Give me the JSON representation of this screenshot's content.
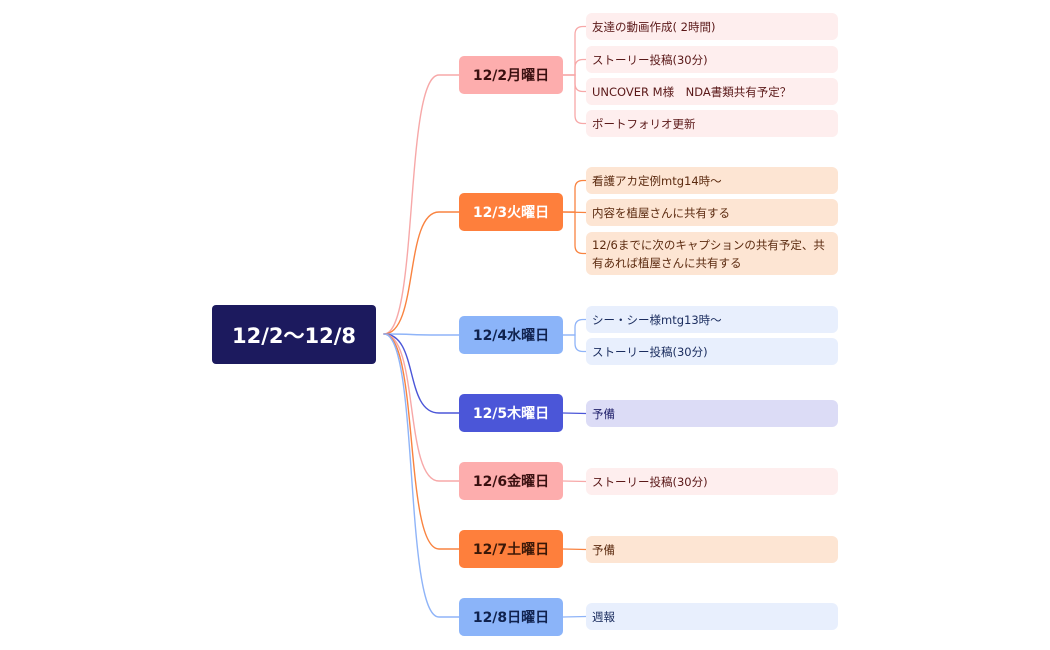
{
  "root": {
    "label": "12/2〜12/8",
    "color": "#1c1a5e"
  },
  "days": [
    {
      "label": "12/2月曜日",
      "theme": "pink",
      "fill": "#fdadad",
      "text": "#3a1010",
      "line": "#f7a8a8",
      "items": [
        "友達の動画作成( 2時間)",
        "ストーリー投稿(30分)",
        "UNCOVER M様　NDA書類共有予定？",
        "ポートフォリオ更新"
      ]
    },
    {
      "label": "12/3火曜日",
      "theme": "orange",
      "fill": "#fe7f3c",
      "text": "#ffffff",
      "line": "#f98340",
      "items": [
        "看護アカ定例mtg14時〜",
        "内容を植屋さんに共有する",
        "12/6までに次のキャプションの共有予定、共有あれば植屋さんに共有する"
      ]
    },
    {
      "label": "12/4水曜日",
      "theme": "blue",
      "fill": "#8bb4f9",
      "text": "#10224e",
      "line": "#8fb4f8",
      "items": [
        "シー・シー様mtg13時〜",
        "ストーリー投稿(30分)"
      ]
    },
    {
      "label": "12/5木曜日",
      "theme": "purple",
      "fill": "#4b56d8",
      "text": "#ffffff",
      "line": "#4b56d8",
      "items": [
        "予備"
      ]
    },
    {
      "label": "12/6金曜日",
      "theme": "pink",
      "fill": "#fdadad",
      "text": "#3a1010",
      "line": "#f7a8a8",
      "items": [
        "ストーリー投稿(30分)"
      ]
    },
    {
      "label": "12/7土曜日",
      "theme": "orange",
      "fill": "#fe7f3c",
      "text": "#3a1808",
      "line": "#f98340",
      "items": [
        "予備"
      ]
    },
    {
      "label": "12/8日曜日",
      "theme": "blue",
      "fill": "#8bb4f9",
      "text": "#10224e",
      "line": "#8fb4f8",
      "items": [
        "週報"
      ]
    }
  ]
}
